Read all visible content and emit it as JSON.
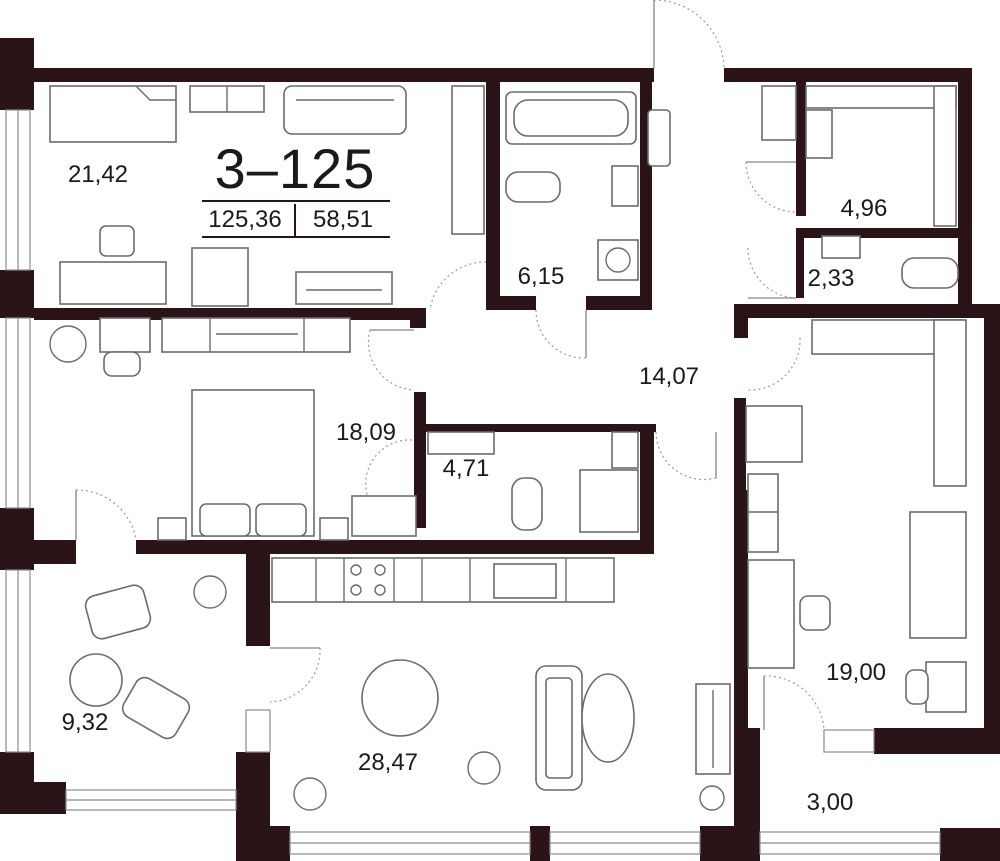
{
  "apartment": {
    "code": "3–125",
    "total_area": "125,36",
    "living_area": "58,51"
  },
  "rooms": [
    {
      "id": "bedroom-1",
      "area": "21,42"
    },
    {
      "id": "bathroom-1",
      "area": "6,15"
    },
    {
      "id": "wardrobe-1",
      "area": "4,96"
    },
    {
      "id": "toilet-1",
      "area": "2,33"
    },
    {
      "id": "hallway",
      "area": "14,07"
    },
    {
      "id": "bedroom-2",
      "area": "18,09"
    },
    {
      "id": "bathroom-2",
      "area": "4,71"
    },
    {
      "id": "bedroom-3",
      "area": "19,00"
    },
    {
      "id": "loggia-1",
      "area": "9,32"
    },
    {
      "id": "kitchen-living",
      "area": "28,47"
    },
    {
      "id": "balcony",
      "area": "3,00"
    }
  ]
}
